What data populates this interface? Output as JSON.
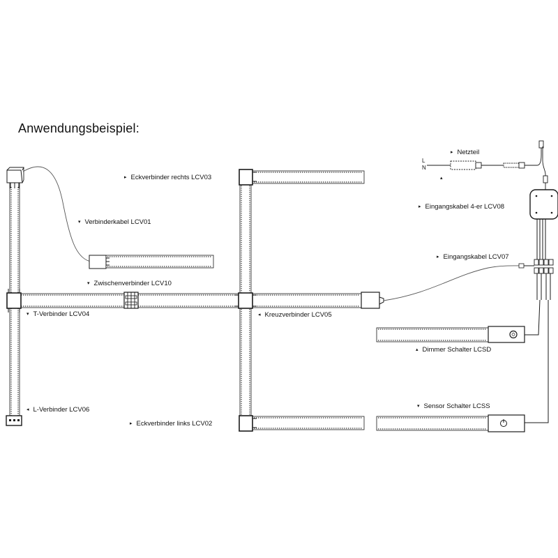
{
  "title": "Anwendungsbeispiel:",
  "labels": {
    "eck_rechts": "Eckverbinder rechts LCV03",
    "verbinderkabel": "Verbinderkabel LCV01",
    "zwischenverbinder": "Zwischenverbinder LCV10",
    "t_verbinder": "T-Verbinder LCV04",
    "kreuzverbinder": "Kreuzverbinder LCV05",
    "l_verbinder": "L-Verbinder LCV06",
    "eck_links": "Eckverbinder links LCV02",
    "netzteil": "Netzteil",
    "eingang4": "Eingangskabel 4-er LCV08",
    "eingang": "Eingangskabel LCV07",
    "dimmer": "Dimmer Schalter LCSD",
    "sensor": "Sensor Schalter LCSS",
    "l_mark": "L",
    "n_mark": "N"
  },
  "icons": {
    "arrow_right": "▸",
    "arrow_down": "▾",
    "arrow_left": "◂",
    "arrow_up": "▴"
  },
  "colors": {
    "line": "#1a1a1a",
    "dots": "#333333"
  }
}
